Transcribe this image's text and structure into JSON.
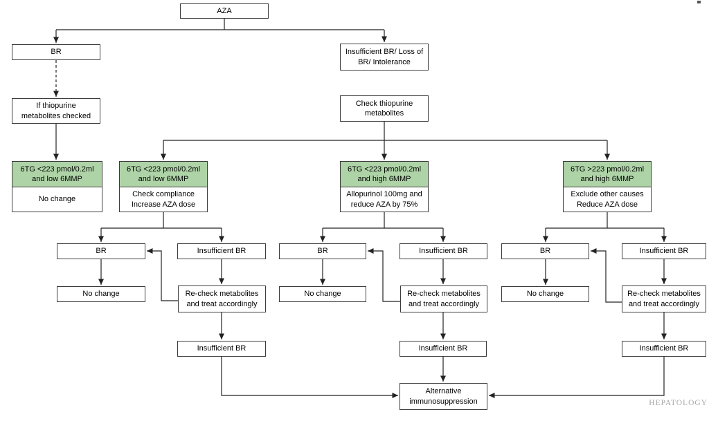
{
  "nodes": {
    "aza": "AZA",
    "br_top": "BR",
    "insufficient_top": "Insufficient BR/ Loss of\nBR/ Intolerance",
    "if_thiopurine": "If thiopurine\nmetabolites checked",
    "check_thiopurine": "Check thiopurine\nmetabolites",
    "alt_immunosuppression": "Alternative\nimmunosuppression"
  },
  "metabolite_boxes": [
    {
      "condition": "6TG <223 pmol/0.2ml\nand low 6MMP",
      "action": "No change"
    },
    {
      "condition": "6TG <223 pmol/0.2ml\nand low 6MMP",
      "action": "Check compliance\nIncrease AZA dose"
    },
    {
      "condition": "6TG <223 pmol/0.2ml\nand high 6MMP",
      "action": "Allopurinol 100mg and\nreduce AZA by 75%"
    },
    {
      "condition": "6TG >223 pmol/0.2ml\nand high 6MMP",
      "action": "Exclude other causes\nReduce AZA dose"
    }
  ],
  "branch_groups": [
    {
      "br": "BR",
      "insufficient": "Insufficient BR",
      "no_change": "No change",
      "recheck": "Re-check metabolites\nand treat accordingly",
      "insufficient_final": "Insufficient BR"
    },
    {
      "br": "BR",
      "insufficient": "Insufficient BR",
      "no_change": "No change",
      "recheck": "Re-check metabolites\nand treat accordingly",
      "insufficient_final": "Insufficient BR"
    },
    {
      "br": "BR",
      "insufficient": "Insufficient BR",
      "no_change": "No change",
      "recheck": "Re-check metabolites\nand treat accordingly",
      "insufficient_final": "Insufficient BR"
    }
  ],
  "watermark": "HEPATOLOGY",
  "colors": {
    "metabolite_green": "#aed3a7",
    "box_border": "#3c3c3c",
    "line": "#222222",
    "watermark_gray": "#a9a9a9"
  }
}
